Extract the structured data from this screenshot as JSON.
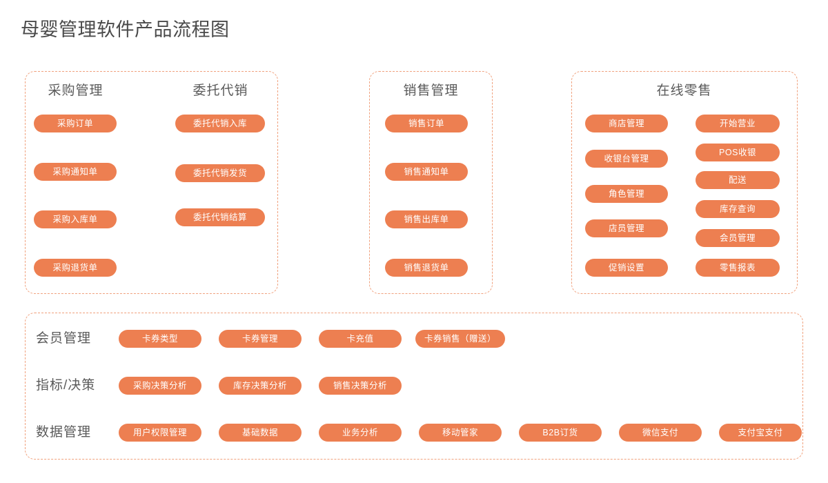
{
  "title": "母婴管理软件产品流程图",
  "theme": {
    "pill_color": "#ed7f51",
    "pill_text_color": "#ffffff",
    "panel_border_color": "#f0a07c",
    "heading_color": "#5a5a5a",
    "title_color": "#4a4a4a",
    "background": "#ffffff"
  },
  "panels": [
    {
      "id": "purchase",
      "columns": [
        {
          "heading": "采购管理",
          "items": [
            "采购订单",
            "采购通知单",
            "采购入库单",
            "采购退货单"
          ]
        },
        {
          "heading": "委托代销",
          "items": [
            "委托代销入库",
            "委托代销发货",
            "委托代销结算"
          ]
        }
      ]
    },
    {
      "id": "sales",
      "columns": [
        {
          "heading": "销售管理",
          "items": [
            "销售订单",
            "销售通知单",
            "销售出库单",
            "销售退货单"
          ]
        }
      ]
    },
    {
      "id": "retail",
      "heading": "在线零售",
      "columns": [
        {
          "heading": "",
          "items": [
            "商店管理",
            "收银台管理",
            "角色管理",
            "店员管理",
            "促销设置"
          ]
        },
        {
          "heading": "",
          "items": [
            "开始营业",
            "POS收银",
            "配送",
            "库存查询",
            "会员管理",
            "零售报表"
          ]
        }
      ]
    }
  ],
  "platform": {
    "rows": [
      {
        "label": "会员管理",
        "items": [
          "卡券类型",
          "卡券管理",
          "卡充值",
          "卡券销售（赠送）"
        ]
      },
      {
        "label": "指标/决策",
        "items": [
          "采购决策分析",
          "库存决策分析",
          "销售决策分析"
        ]
      },
      {
        "label": "数据管理",
        "items": [
          "用户权限管理",
          "基础数据",
          "业务分析",
          "移动管家",
          "B2B订货",
          "微信支付",
          "支付宝支付"
        ]
      }
    ]
  }
}
